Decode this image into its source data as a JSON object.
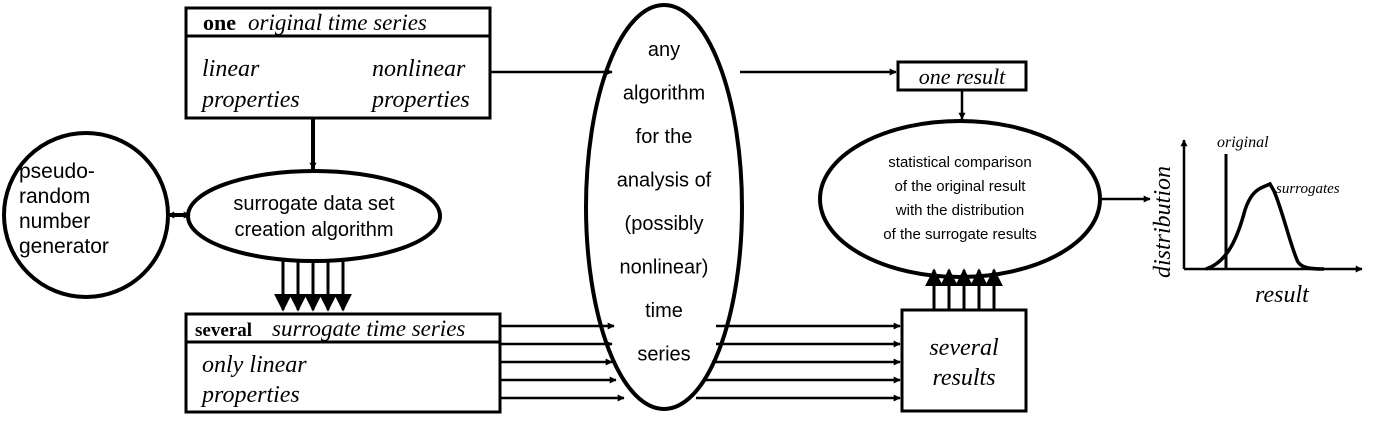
{
  "original_box": {
    "header_bold": "one",
    "header_italic": "original time series",
    "linear_line1": "linear",
    "linear_line2": "properties",
    "nonlinear_line1": "nonlinear",
    "nonlinear_line2": "properties"
  },
  "prng": {
    "line1": "pseudo-",
    "line2": "random",
    "line3": "number",
    "line4": "generator"
  },
  "surrogate_algorithm": {
    "line1": "surrogate data set",
    "line2": "creation algorithm"
  },
  "surrogate_box": {
    "header_bold": "several",
    "header_italic": "surrogate time series",
    "body_line1": "only linear",
    "body_line2": "properties"
  },
  "analysis": {
    "lines": [
      "any",
      "algorithm",
      "for the",
      "analysis of",
      "(possibly",
      "nonlinear)",
      "time",
      "series"
    ]
  },
  "one_result": {
    "label": "one result"
  },
  "several_results": {
    "line1": "several",
    "line2": "results"
  },
  "comparison": {
    "lines": [
      "statistical comparison",
      "of the original result",
      "with the distribution",
      "of the surrogate results"
    ]
  },
  "mini_plot": {
    "ylabel": "distribution",
    "xlabel": "result",
    "original_label": "original",
    "surrogates_label": "surrogates"
  },
  "colors": {
    "ink": "#000000",
    "background": "#ffffff"
  }
}
